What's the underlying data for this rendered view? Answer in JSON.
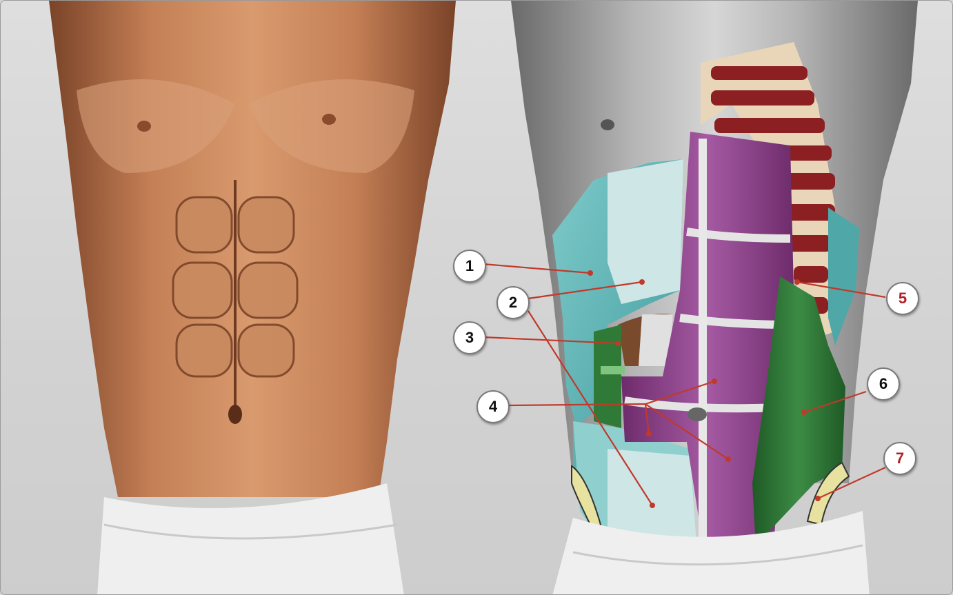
{
  "callouts": {
    "c1": "1",
    "c2": "2",
    "c3": "3",
    "c4": "4",
    "c5": "5",
    "c6": "6",
    "c7": "7"
  },
  "colors": {
    "background": "#d4d4d4",
    "skin": "#c8875f",
    "oblique_external": "#5fb8b8",
    "aponeurosis": "#cfe6e6",
    "rectus": "#8e3f8a",
    "serratus_ribs": "#8c1f22",
    "rib_cartilage": "#e9d6b8",
    "latissimus_green": "#2f7a36",
    "iliac": "#e8e2a0",
    "leader_line": "#c0392b",
    "callout_red_text": "#b01e26"
  }
}
